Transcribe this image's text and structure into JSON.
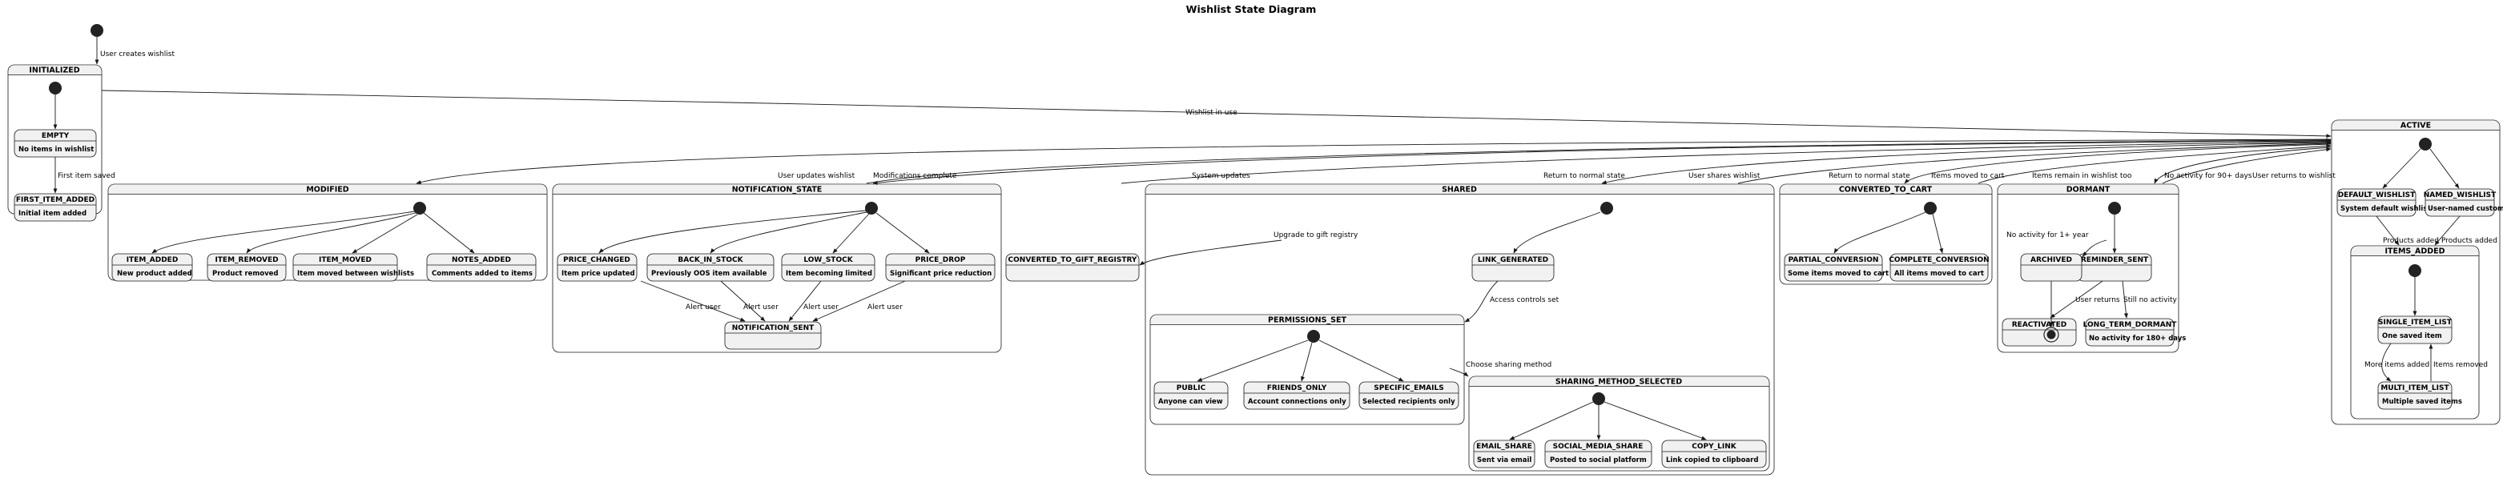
{
  "title": "Wishlist State Diagram",
  "composites": {
    "initialized": "INITIALIZED",
    "active": "ACTIVE",
    "items_added": "ITEMS_ADDED",
    "modified": "MODIFIED",
    "notification_state": "NOTIFICATION_STATE",
    "shared": "SHARED",
    "permissions_set": "PERMISSIONS_SET",
    "sharing_method_selected": "SHARING_METHOD_SELECTED",
    "converted_to_cart": "CONVERTED_TO_CART",
    "dormant": "DORMANT"
  },
  "states": {
    "empty": {
      "name": "EMPTY",
      "desc": "No items in wishlist"
    },
    "first_item_added": {
      "name": "FIRST_ITEM_ADDED",
      "desc": "Initial item added"
    },
    "default_wishlist": {
      "name": "DEFAULT_WISHLIST",
      "desc": "System default wishlist"
    },
    "named_wishlist": {
      "name": "NAMED_WISHLIST",
      "desc": "User-named custom wishlist"
    },
    "single_item_list": {
      "name": "SINGLE_ITEM_LIST",
      "desc": "One saved item"
    },
    "multi_item_list": {
      "name": "MULTI_ITEM_LIST",
      "desc": "Multiple saved items"
    },
    "item_added": {
      "name": "ITEM_ADDED",
      "desc": "New product added"
    },
    "item_removed": {
      "name": "ITEM_REMOVED",
      "desc": "Product removed"
    },
    "item_moved": {
      "name": "ITEM_MOVED",
      "desc": "Item moved between wishlists"
    },
    "notes_added": {
      "name": "NOTES_ADDED",
      "desc": "Comments added to items"
    },
    "price_changed": {
      "name": "PRICE_CHANGED",
      "desc": "Item price updated"
    },
    "back_in_stock": {
      "name": "BACK_IN_STOCK",
      "desc": "Previously OOS item available"
    },
    "low_stock": {
      "name": "LOW_STOCK",
      "desc": "Item becoming limited"
    },
    "price_drop": {
      "name": "PRICE_DROP",
      "desc": "Significant price reduction"
    },
    "notification_sent": {
      "name": "NOTIFICATION_SENT",
      "desc": ""
    },
    "converted_to_gift_registry": {
      "name": "CONVERTED_TO_GIFT_REGISTRY",
      "desc": ""
    },
    "link_generated": {
      "name": "LINK_GENERATED",
      "desc": ""
    },
    "public": {
      "name": "PUBLIC",
      "desc": "Anyone can view"
    },
    "friends_only": {
      "name": "FRIENDS_ONLY",
      "desc": "Account connections only"
    },
    "specific_emails": {
      "name": "SPECIFIC_EMAILS",
      "desc": "Selected recipients only"
    },
    "email_share": {
      "name": "EMAIL_SHARE",
      "desc": "Sent via email"
    },
    "social_media_share": {
      "name": "SOCIAL_MEDIA_SHARE",
      "desc": "Posted to social platform"
    },
    "copy_link": {
      "name": "COPY_LINK",
      "desc": "Link copied to clipboard"
    },
    "partial_conversion": {
      "name": "PARTIAL_CONVERSION",
      "desc": "Some items moved to cart"
    },
    "complete_conversion": {
      "name": "COMPLETE_CONVERSION",
      "desc": "All items moved to cart"
    },
    "archived": {
      "name": "ARCHIVED",
      "desc": ""
    },
    "reminder_sent": {
      "name": "REMINDER_SENT",
      "desc": ""
    },
    "reactivated": {
      "name": "REACTIVATED",
      "desc": ""
    },
    "long_term_dormant": {
      "name": "LONG_TERM_DORMANT",
      "desc": "No activity for 180+ days"
    }
  },
  "edges": {
    "user_creates_wishlist": "User creates wishlist",
    "first_item_saved": "First item saved",
    "wishlist_in_use": "Wishlist in use",
    "user_updates_wishlist": "User updates wishlist",
    "modifications_complete": "Modifications complete",
    "system_updates": "System updates",
    "return_to_normal_state_1": "Return to normal state",
    "user_shares_wishlist": "User shares wishlist",
    "return_to_normal_state_2": "Return to normal state",
    "items_moved_to_cart": "Items moved to cart",
    "items_remain_too": "Items remain in wishlist too",
    "no_activity_90": "No activity for 90+ days",
    "user_returns_to_wishlist": "User returns to wishlist",
    "products_added_1": "Products added",
    "products_added_2": "Products added",
    "more_items_added": "More items added",
    "items_removed": "Items removed",
    "alert_user_1": "Alert user",
    "alert_user_2": "Alert user",
    "alert_user_3": "Alert user",
    "alert_user_4": "Alert user",
    "upgrade_to_gift_registry": "Upgrade to gift registry",
    "access_controls_set": "Access controls set",
    "choose_sharing_method": "Choose sharing method",
    "no_activity_1_year": "No activity for 1+ year",
    "user_returns": "User returns",
    "still_no_activity": "Still no activity"
  }
}
